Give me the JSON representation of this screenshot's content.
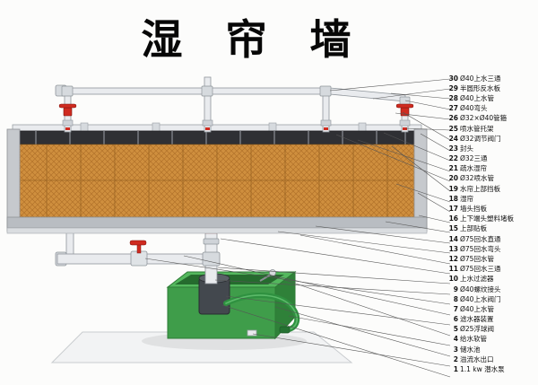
{
  "title": "湿 帘 墙",
  "parts": [
    {
      "num": "30",
      "label": "Ø40上水三通"
    },
    {
      "num": "29",
      "label": "半圆形反水板"
    },
    {
      "num": "28",
      "label": "Ø40上水管"
    },
    {
      "num": "27",
      "label": "Ø40弯头"
    },
    {
      "num": "26",
      "label": "Ø32×Ø40管箍"
    },
    {
      "num": "25",
      "label": "喷水管托架"
    },
    {
      "num": "24",
      "label": "Ø32调节阀门"
    },
    {
      "num": "23",
      "label": "封头"
    },
    {
      "num": "22",
      "label": "Ø32三通"
    },
    {
      "num": "21",
      "label": "疏水湿帘"
    },
    {
      "num": "20",
      "label": "Ø32喷水管"
    },
    {
      "num": "19",
      "label": "水帘上部挡板"
    },
    {
      "num": "18",
      "label": "湿帘"
    },
    {
      "num": "17",
      "label": "墙头挡板"
    },
    {
      "num": "16",
      "label": "上下端头塑料堵板"
    },
    {
      "num": "15",
      "label": "上部贴板"
    },
    {
      "num": "14",
      "label": "Ø75回水直通"
    },
    {
      "num": "13",
      "label": "Ø75回水弯头"
    },
    {
      "num": "12",
      "label": "Ø75回水管"
    },
    {
      "num": "11",
      "label": "Ø75回水三通"
    },
    {
      "num": "10",
      "label": "上水过滤器"
    },
    {
      "num": "9",
      "label": "Ø40螺纹接头"
    },
    {
      "num": "8",
      "label": "Ø40上水阀门"
    },
    {
      "num": "7",
      "label": "Ø40上水管"
    },
    {
      "num": "6",
      "label": "滤水器装置"
    },
    {
      "num": "5",
      "label": "Ø25浮球阀"
    },
    {
      "num": "4",
      "label": "给水软管"
    },
    {
      "num": "3",
      "label": "储水池"
    },
    {
      "num": "2",
      "label": "溢流水出口"
    },
    {
      "num": "1",
      "label": "1.1 kw 潜水泵"
    }
  ],
  "colors": {
    "pad_orange": "#cf8f3e",
    "tank_green": "#3f9d4a",
    "valve_red": "#cf2b20",
    "pipe_gray": "#e9ebee",
    "frame_gray": "#b9bdc2"
  }
}
